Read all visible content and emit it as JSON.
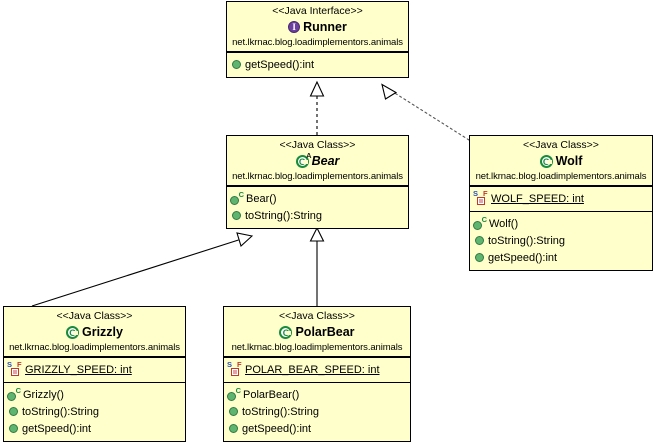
{
  "diagram": {
    "title": "Java class hierarchy UML diagram",
    "package": "net.lkrnac.blog.loadimplementors.animals",
    "colors": {
      "box_fill": "#ffffcc",
      "box_border": "#000000",
      "interface_icon": "#6b3fa0",
      "class_icon": "#1a8a3c",
      "method_icon": "#5fb56f",
      "field_icon": "#c0392b",
      "canvas": "#ffffff"
    },
    "stereotypes": {
      "interface": "<<Java Interface>>",
      "class": "<<Java Class>>"
    },
    "classes": {
      "runner": {
        "stereotype": "<<Java Interface>>",
        "name": "Runner",
        "package": "net.lkrnac.blog.loadimplementors.animals",
        "kind": "interface",
        "icon": "interface-icon",
        "fields": [],
        "methods": [
          {
            "label": "getSpeed():int",
            "icon": "method-icon"
          }
        ]
      },
      "bear": {
        "stereotype": "<<Java Class>>",
        "name": "Bear",
        "package": "net.lkrnac.blog.loadimplementors.animals",
        "kind": "abstract-class",
        "icon": "class-icon",
        "abstract_marker": "A",
        "fields": [],
        "methods": [
          {
            "label": "Bear()",
            "icon": "constructor-icon",
            "marker": "C"
          },
          {
            "label": "toString():String",
            "icon": "method-icon"
          }
        ]
      },
      "wolf": {
        "stereotype": "<<Java Class>>",
        "name": "Wolf",
        "package": "net.lkrnac.blog.loadimplementors.animals",
        "kind": "class",
        "icon": "class-icon",
        "fields": [
          {
            "label": "WOLF_SPEED: int",
            "icon": "static-final-field-icon",
            "static_marker": "S",
            "final_marker": "F"
          }
        ],
        "methods": [
          {
            "label": "Wolf()",
            "icon": "constructor-icon",
            "marker": "C"
          },
          {
            "label": "toString():String",
            "icon": "method-icon"
          },
          {
            "label": "getSpeed():int",
            "icon": "method-icon"
          }
        ]
      },
      "grizzly": {
        "stereotype": "<<Java Class>>",
        "name": "Grizzly",
        "package": "net.lkrnac.blog.loadimplementors.animals",
        "kind": "class",
        "icon": "class-icon",
        "fields": [
          {
            "label": "GRIZZLY_SPEED: int",
            "icon": "static-final-field-icon",
            "static_marker": "S",
            "final_marker": "F"
          }
        ],
        "methods": [
          {
            "label": "Grizzly()",
            "icon": "constructor-icon",
            "marker": "C"
          },
          {
            "label": "toString():String",
            "icon": "method-icon"
          },
          {
            "label": "getSpeed():int",
            "icon": "method-icon"
          }
        ]
      },
      "polarbear": {
        "stereotype": "<<Java Class>>",
        "name": "PolarBear",
        "package": "net.lkrnac.blog.loadimplementors.animals",
        "kind": "class",
        "icon": "class-icon",
        "fields": [
          {
            "label": "POLAR_BEAR_SPEED: int",
            "icon": "static-final-field-icon",
            "static_marker": "S",
            "final_marker": "F"
          }
        ],
        "methods": [
          {
            "label": "PolarBear()",
            "icon": "constructor-icon",
            "marker": "C"
          },
          {
            "label": "toString():String",
            "icon": "method-icon"
          },
          {
            "label": "getSpeed():int",
            "icon": "method-icon"
          }
        ]
      }
    },
    "relationships": [
      {
        "from": "Bear",
        "to": "Runner",
        "type": "realization",
        "style": "dashed-hollow-triangle"
      },
      {
        "from": "Wolf",
        "to": "Runner",
        "type": "realization",
        "style": "dotted-hollow-triangle"
      },
      {
        "from": "Grizzly",
        "to": "Bear",
        "type": "generalization",
        "style": "solid-hollow-triangle"
      },
      {
        "from": "PolarBear",
        "to": "Bear",
        "type": "generalization",
        "style": "solid-hollow-triangle"
      }
    ]
  }
}
